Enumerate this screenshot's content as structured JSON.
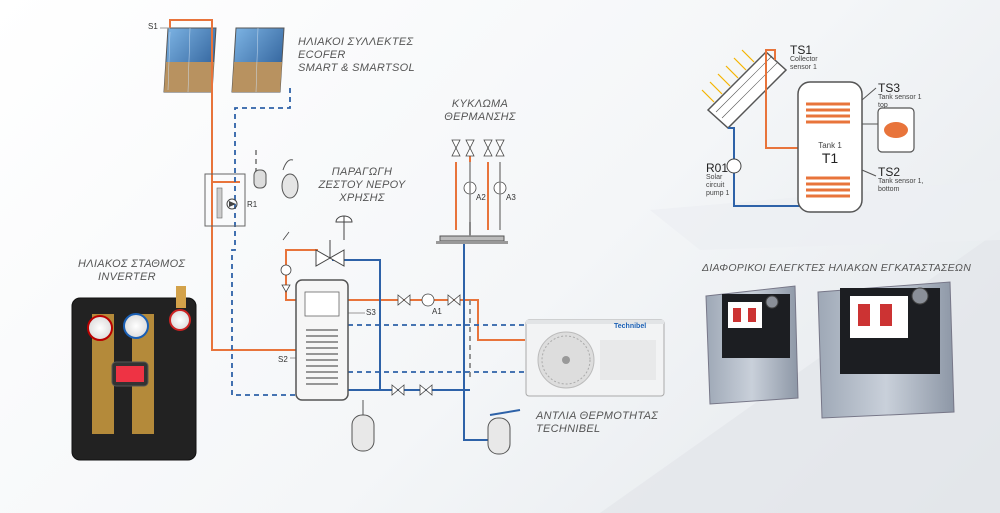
{
  "labels": {
    "collectors": [
      "ΗΛΙΑΚΟΙ ΣΥΛΛΕΚΤΕΣ",
      "ECOFER",
      "SMART & SMARTSOL"
    ],
    "heating_circuit": [
      "ΚΥΚΛΩΜΑ",
      "ΘΕΡΜΑΝΣΗΣ"
    ],
    "hot_water": [
      "ΠΑΡΑΓΩΓΗ",
      "ΖΕΣΤΟΥ ΝΕΡΟΥ",
      "ΧΡΗΣΗΣ"
    ],
    "solar_station": [
      "ΗΛΙΑΚΟΣ ΣΤΑΘΜΟΣ",
      "INVERTER"
    ],
    "heat_pump": [
      "ΑΝΤΛΙΑ ΘΕΡΜΟΤΗΤΑΣ",
      "TECHNIBEL"
    ],
    "controllers": "ΔΙΑΦΟΡΙΚΟΙ ΕΛΕΓΚΤΕΣ ΗΛΙΑΚΩΝ ΕΓΚΑΤΑΣΤΑΣΕΩΝ"
  },
  "sensors": {
    "s1": "S1",
    "s2": "S2",
    "s3": "S3"
  },
  "components": {
    "r1": "R1",
    "a1": "A1",
    "a2": "A2",
    "a3": "A3"
  },
  "brand": "Technibel",
  "schematic": {
    "ts1": {
      "code": "TS1",
      "desc": [
        "Collector",
        "sensor 1"
      ]
    },
    "ts3": {
      "code": "TS3",
      "desc": [
        "Tank sensor 1",
        "top"
      ]
    },
    "ts2": {
      "code": "TS2",
      "desc": [
        "Tank sensor 1,",
        "bottom"
      ]
    },
    "r01": {
      "code": "R01",
      "desc": [
        "Solar",
        "circuit",
        "pump 1"
      ]
    },
    "tank": {
      "name": "Tank 1",
      "code": "T1"
    }
  },
  "colors": {
    "hot": "#e8743b",
    "cold": "#2e62a8",
    "gray": "#888888",
    "grid": "#9a9a9a"
  }
}
